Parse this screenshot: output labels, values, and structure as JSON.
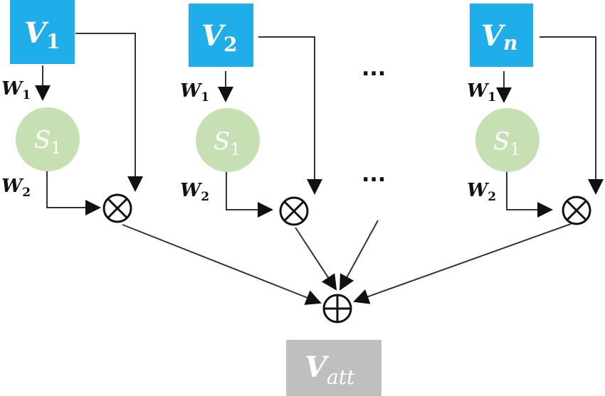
{
  "diagram": {
    "type": "attention-aggregation-flow",
    "branches": [
      {
        "input": {
          "symbol": "V",
          "subscript": "1"
        },
        "scorer": {
          "symbol": "S",
          "subscript": "1"
        },
        "w1": {
          "symbol": "W",
          "subscript": "1"
        },
        "w2": {
          "symbol": "W",
          "subscript": "2"
        },
        "multiply_op": "⊗"
      },
      {
        "input": {
          "symbol": "V",
          "subscript": "2"
        },
        "scorer": {
          "symbol": "S",
          "subscript": "1"
        },
        "w1": {
          "symbol": "W",
          "subscript": "1"
        },
        "w2": {
          "symbol": "W",
          "subscript": "2"
        },
        "multiply_op": "⊗"
      },
      {
        "input": {
          "symbol": "V",
          "subscript": "n"
        },
        "scorer": {
          "symbol": "S",
          "subscript": "1"
        },
        "w1": {
          "symbol": "W",
          "subscript": "1"
        },
        "w2": {
          "symbol": "W",
          "subscript": "2"
        },
        "multiply_op": "⊗"
      }
    ],
    "ellipsis_top": "...",
    "ellipsis_middle": "...",
    "sum_op": "⊕",
    "output": {
      "symbol": "V",
      "subscript": "att"
    },
    "colors": {
      "input_box": "#1FAEE9",
      "scorer_circle": "#C6E0B4",
      "output_box": "#BFBFBF",
      "lines": "#333333"
    }
  }
}
